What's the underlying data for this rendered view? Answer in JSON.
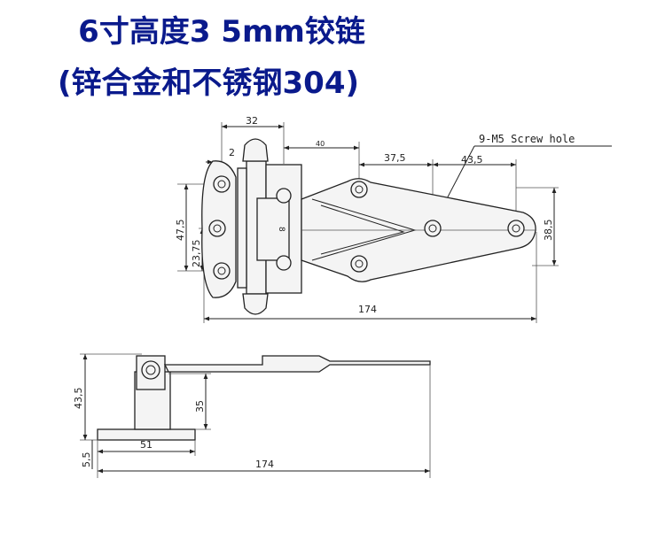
{
  "title": {
    "line1": "6寸高度3 5mm铰链",
    "line2": "(锌合金和不锈钢304)"
  },
  "annotations": {
    "screw_note": "9-M5 Screw hole"
  },
  "top_view": {
    "dim_32": "32",
    "dim_2": "2",
    "dim_40": "40",
    "dim_37_5": "37,5",
    "dim_43_5": "43,5",
    "dim_47_5": "47,5",
    "dim_23_75": "23,75",
    "dim_38_5": "38,5",
    "dim_174": "174",
    "dim_8": "8"
  },
  "side_view": {
    "dim_43_5": "43,5",
    "dim_35": "35",
    "dim_51": "51",
    "dim_5_5": "5,5",
    "dim_174": "174"
  }
}
